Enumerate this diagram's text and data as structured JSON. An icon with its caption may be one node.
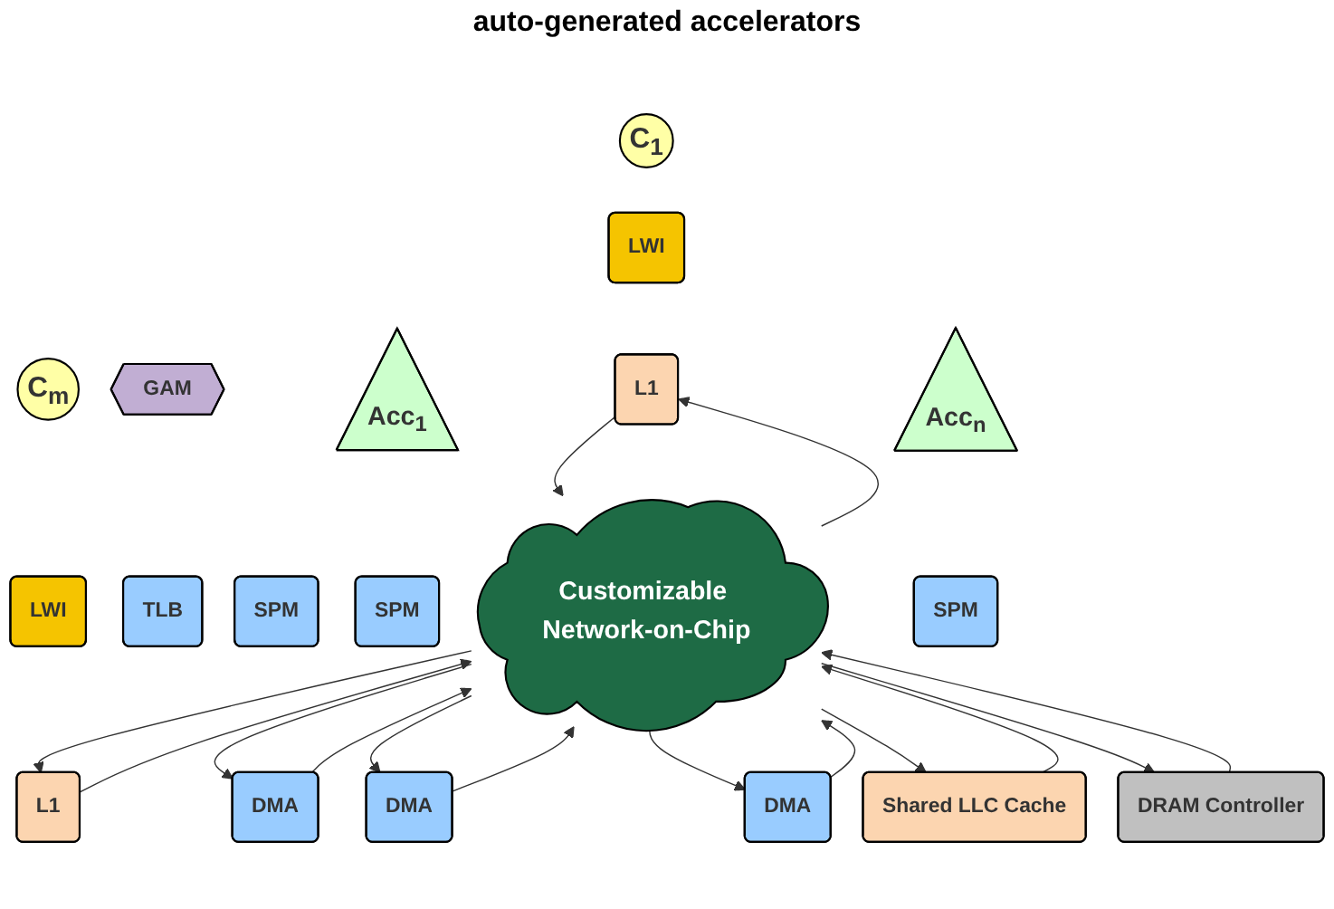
{
  "diagram": {
    "nodes": [
      {
        "text": [
          "C$_{1}$"
        ]
      },
      {
        "text": [
          "C$_{m}$"
        ]
      },
      {
        "text": [
          "GAM"
        ]
      },
      {
        "text": [
          "Acc$_{1}$"
        ]
      },
      {
        "text": [
          "Acc$_{n}$"
        ]
      },
      {
        "text": [
          "LWI"
        ]
      },
      {
        "text": [
          "LWI"
        ]
      },
      {
        "text": [
          "TLB"
        ]
      },
      {
        "text": [
          "SPM"
        ]
      },
      {
        "text": [
          "SPM"
        ]
      },
      {
        "text": [
          "SPM"
        ]
      },
      {
        "text": [
          "L1"
        ]
      },
      {
        "text": [
          "L1"
        ]
      },
      {
        "text": [
          "DMA"
        ]
      },
      {
        "text": [
          "DMA"
        ]
      },
      {
        "text": [
          "DMA"
        ]
      },
      {
        "text": [
          "Customizable Network-on-Chip"
        ]
      },
      {
        "text": [
          "Shared LLC Cache"
        ]
      },
      {
        "text": [
          "DRAM Controller"
        ]
      }
    ],
    "edges": [
      {
        "from": 11,
        "to": 16,
        "arrow": "to"
      },
      {
        "from": 16,
        "to": 11,
        "arrow": "to"
      },
      {
        "from": 12,
        "to": 16,
        "arrow": "to"
      },
      {
        "from": 16,
        "to": 12,
        "arrow": "to"
      },
      {
        "from": 13,
        "to": 16,
        "arrow": "to"
      },
      {
        "from": 16,
        "to": 13,
        "arrow": "to"
      },
      {
        "from": 14,
        "to": 16,
        "arrow": "to"
      },
      {
        "from": 16,
        "to": 14,
        "arrow": "to"
      },
      {
        "from": 15,
        "to": 16,
        "arrow": "to"
      },
      {
        "from": 16,
        "to": 15,
        "arrow": "to"
      },
      {
        "from": 16,
        "to": 17,
        "arrow": "to"
      },
      {
        "from": 17,
        "to": 16,
        "arrow": "to"
      },
      {
        "from": 16,
        "to": 18,
        "arrow": "to"
      },
      {
        "from": 18,
        "to": 16,
        "arrow": "to"
      }
    ],
    "labels": [
      "auto-generated accelerators"
    ]
  }
}
